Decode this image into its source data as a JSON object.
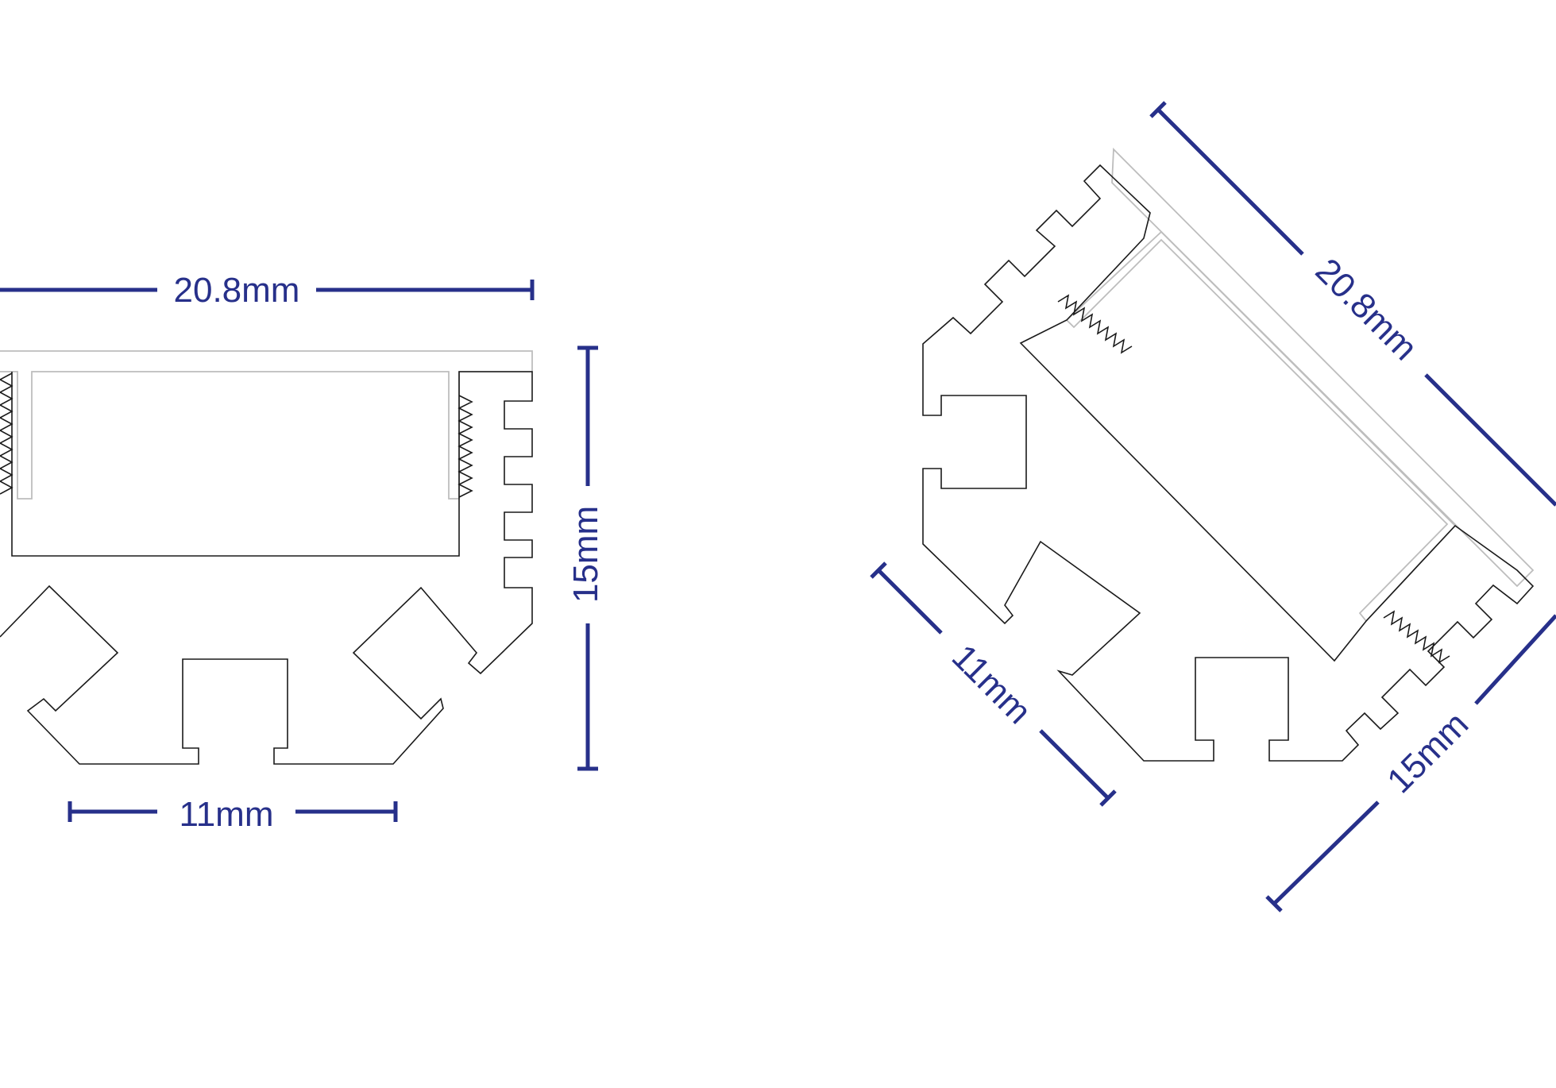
{
  "diagram": {
    "colors": {
      "dimension": "#27308a",
      "outline": "#1a1a1a",
      "diffuser": "#bdbdbd",
      "background": "#ffffff"
    },
    "front_view": {
      "width_label": "20.8mm",
      "height_label": "15mm",
      "channel_label": "11mm"
    },
    "rotated_view": {
      "width_label": "20.8mm",
      "height_label": "15mm",
      "channel_label": "11mm"
    }
  }
}
